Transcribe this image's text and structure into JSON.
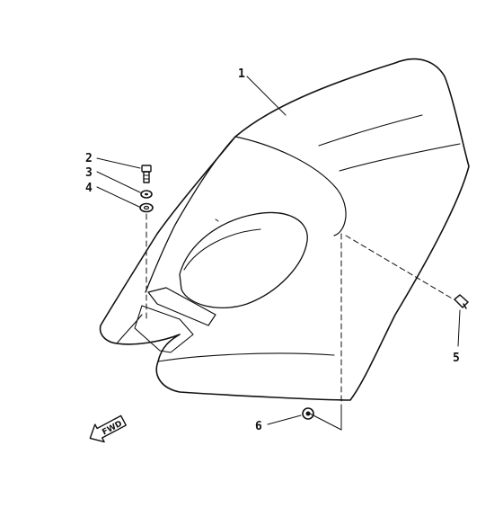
{
  "diagram": {
    "callouts": [
      {
        "id": "1",
        "text": "1"
      },
      {
        "id": "2",
        "text": "2"
      },
      {
        "id": "3",
        "text": "3"
      },
      {
        "id": "4",
        "text": "4"
      },
      {
        "id": "5",
        "text": "5"
      },
      {
        "id": "6",
        "text": "6"
      }
    ],
    "fwd_arrow": {
      "text": "FWD"
    }
  }
}
